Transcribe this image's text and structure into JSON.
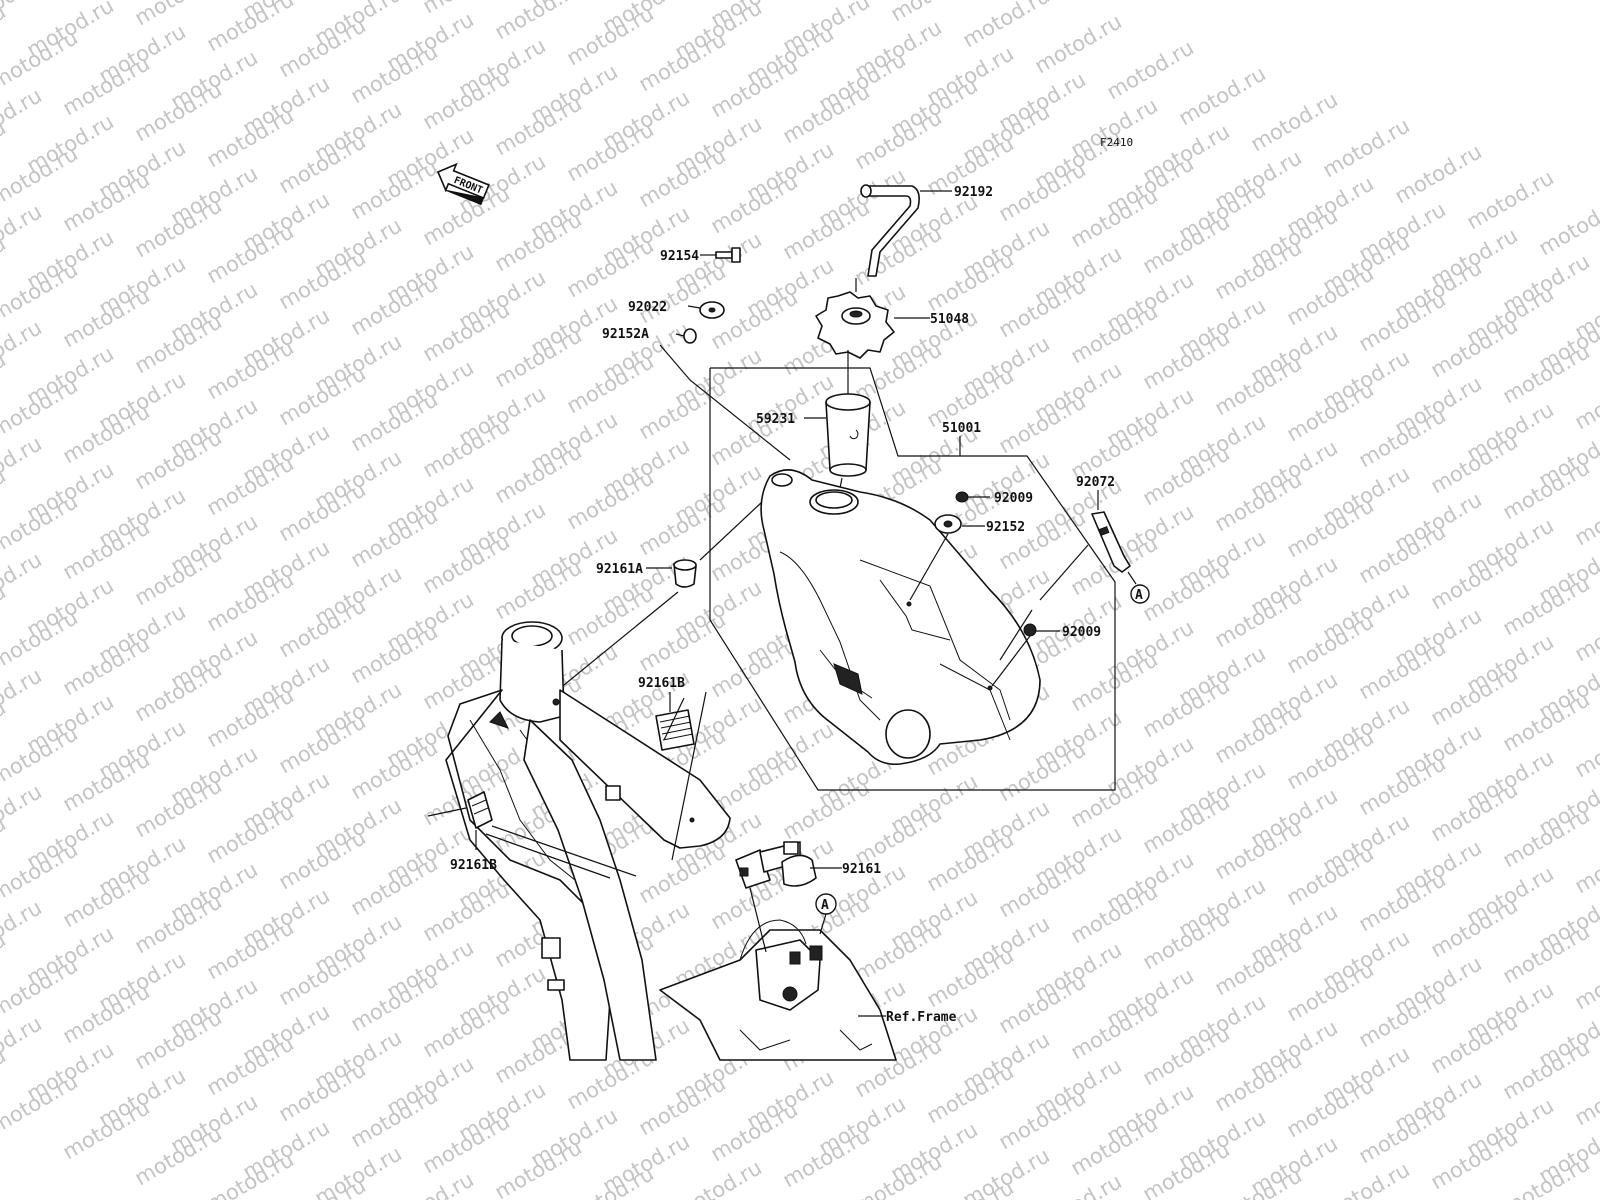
{
  "diagram": {
    "code": "F2410",
    "front_arrow": "FRONT",
    "watermark": "motod.ru",
    "callouts": {
      "p92192": "92192",
      "p92154": "92154",
      "p92022": "92022",
      "p92152A": "92152A",
      "p51048": "51048",
      "p59231": "59231",
      "p51001": "51001",
      "p92009a": "92009",
      "p92152": "92152",
      "p92072": "92072",
      "p92161A": "92161A",
      "p92009b": "92009",
      "p92161B_upper": "92161B",
      "p92161B_lower": "92161B",
      "p92161": "92161",
      "ref_frame": "Ref.Frame",
      "ref_a": "A"
    }
  }
}
